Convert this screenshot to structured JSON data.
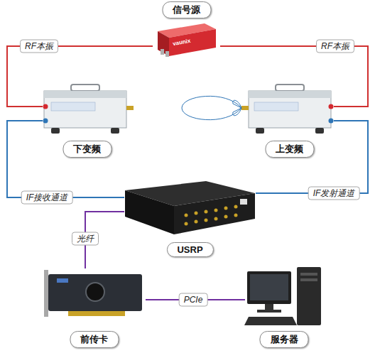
{
  "diagram": {
    "nodes": [
      {
        "text": [
          "信号源"
        ]
      },
      {
        "text": [
          "下变频"
        ]
      },
      {
        "text": [
          "上变频"
        ]
      },
      {
        "text": [
          "USRP"
        ]
      },
      {
        "text": [
          "前传卡"
        ]
      },
      {
        "text": [
          "服务器"
        ]
      }
    ],
    "edges": [
      {
        "from": 0,
        "to": 1,
        "label": "RF本振",
        "arrow": "none"
      },
      {
        "from": 0,
        "to": 2,
        "label": "RF本振",
        "arrow": "none"
      },
      {
        "from": 1,
        "to": 3,
        "label": "IF接收通道",
        "arrow": "none"
      },
      {
        "from": 3,
        "to": 2,
        "label": "IF发射通道",
        "arrow": "none"
      },
      {
        "from": 3,
        "to": 4,
        "label": "光纤",
        "arrow": "none"
      },
      {
        "from": 4,
        "to": 5,
        "label": "PCIe",
        "arrow": "none"
      }
    ],
    "labels": [
      "vaunix"
    ]
  }
}
